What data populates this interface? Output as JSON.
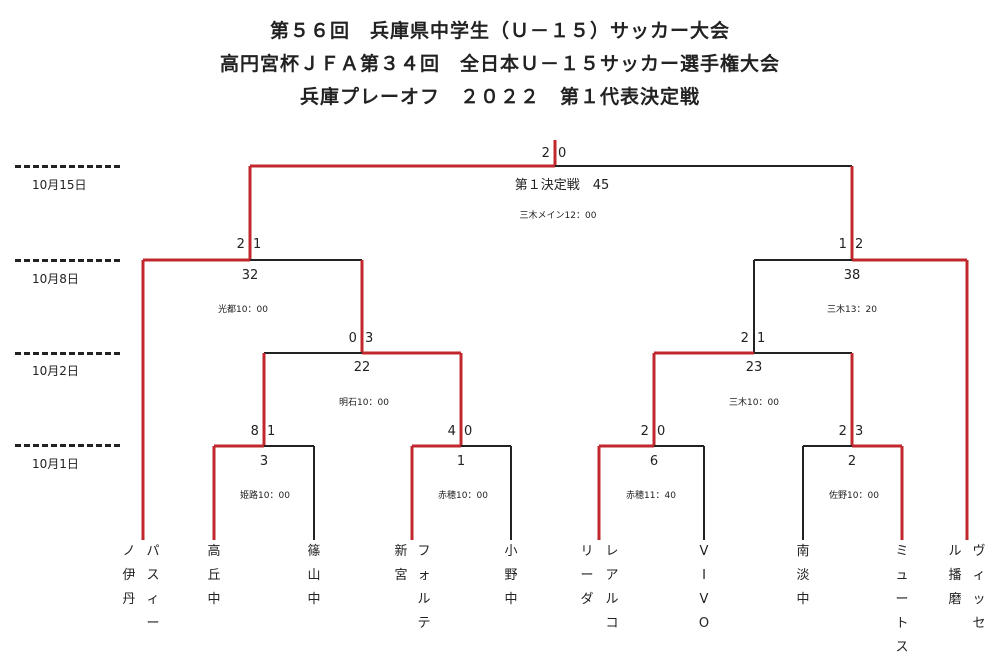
{
  "titles": [
    "第５６回　兵庫県中学生（Ｕ－１５）サッカー大会",
    "高円宮杯ＪＦＡ第３４回　全日本Ｕ－１５サッカー選手権大会",
    "兵庫プレーオフ　２０２２　第１代表決定戦"
  ],
  "dates": [
    "10月15日",
    "10月8日",
    "10月2日",
    "10月1日"
  ],
  "final": {
    "score": "2 0",
    "name": "第１決定戦　45",
    "venue": "三木メイン12：00"
  },
  "sf_left": {
    "score": "2 1",
    "num": "32",
    "venue": "光都10：00"
  },
  "sf_right": {
    "score": "1 2",
    "num": "38",
    "venue": "三木13：20"
  },
  "qf_left": {
    "score": "0 3",
    "num": "22",
    "venue": "明石10：00"
  },
  "qf_right": {
    "score": "2 1",
    "num": "23",
    "venue": "三木10：00"
  },
  "r1": [
    {
      "score": "8 1",
      "num": "3",
      "venue": "姫路10：00"
    },
    {
      "score": "4 0",
      "num": "1",
      "venue": "赤穂10：00"
    },
    {
      "score": "2 0",
      "num": "6",
      "venue": "赤穂11：40"
    },
    {
      "score": "2 3",
      "num": "2",
      "venue": "佐野10：00"
    }
  ],
  "teams": [
    "ノ\n伊\n丹",
    "パ\nス\nィ\nー",
    "高\n丘\n中",
    "篠\n山\n中",
    "新\n宮",
    "フ\nォ\nル\nテ",
    "小\n野\n中",
    "リ\nー\nダ",
    "レ\nア\nル\nコ",
    "V\nI\nV\nO",
    "南\n淡\n中",
    "ミ\nュ\nー\nト\nス",
    "ル\n播\n磨",
    "ヴ\nィ\nッ\nセ"
  ],
  "colors": {
    "winner": "#c0282d",
    "loser": "#222222"
  }
}
